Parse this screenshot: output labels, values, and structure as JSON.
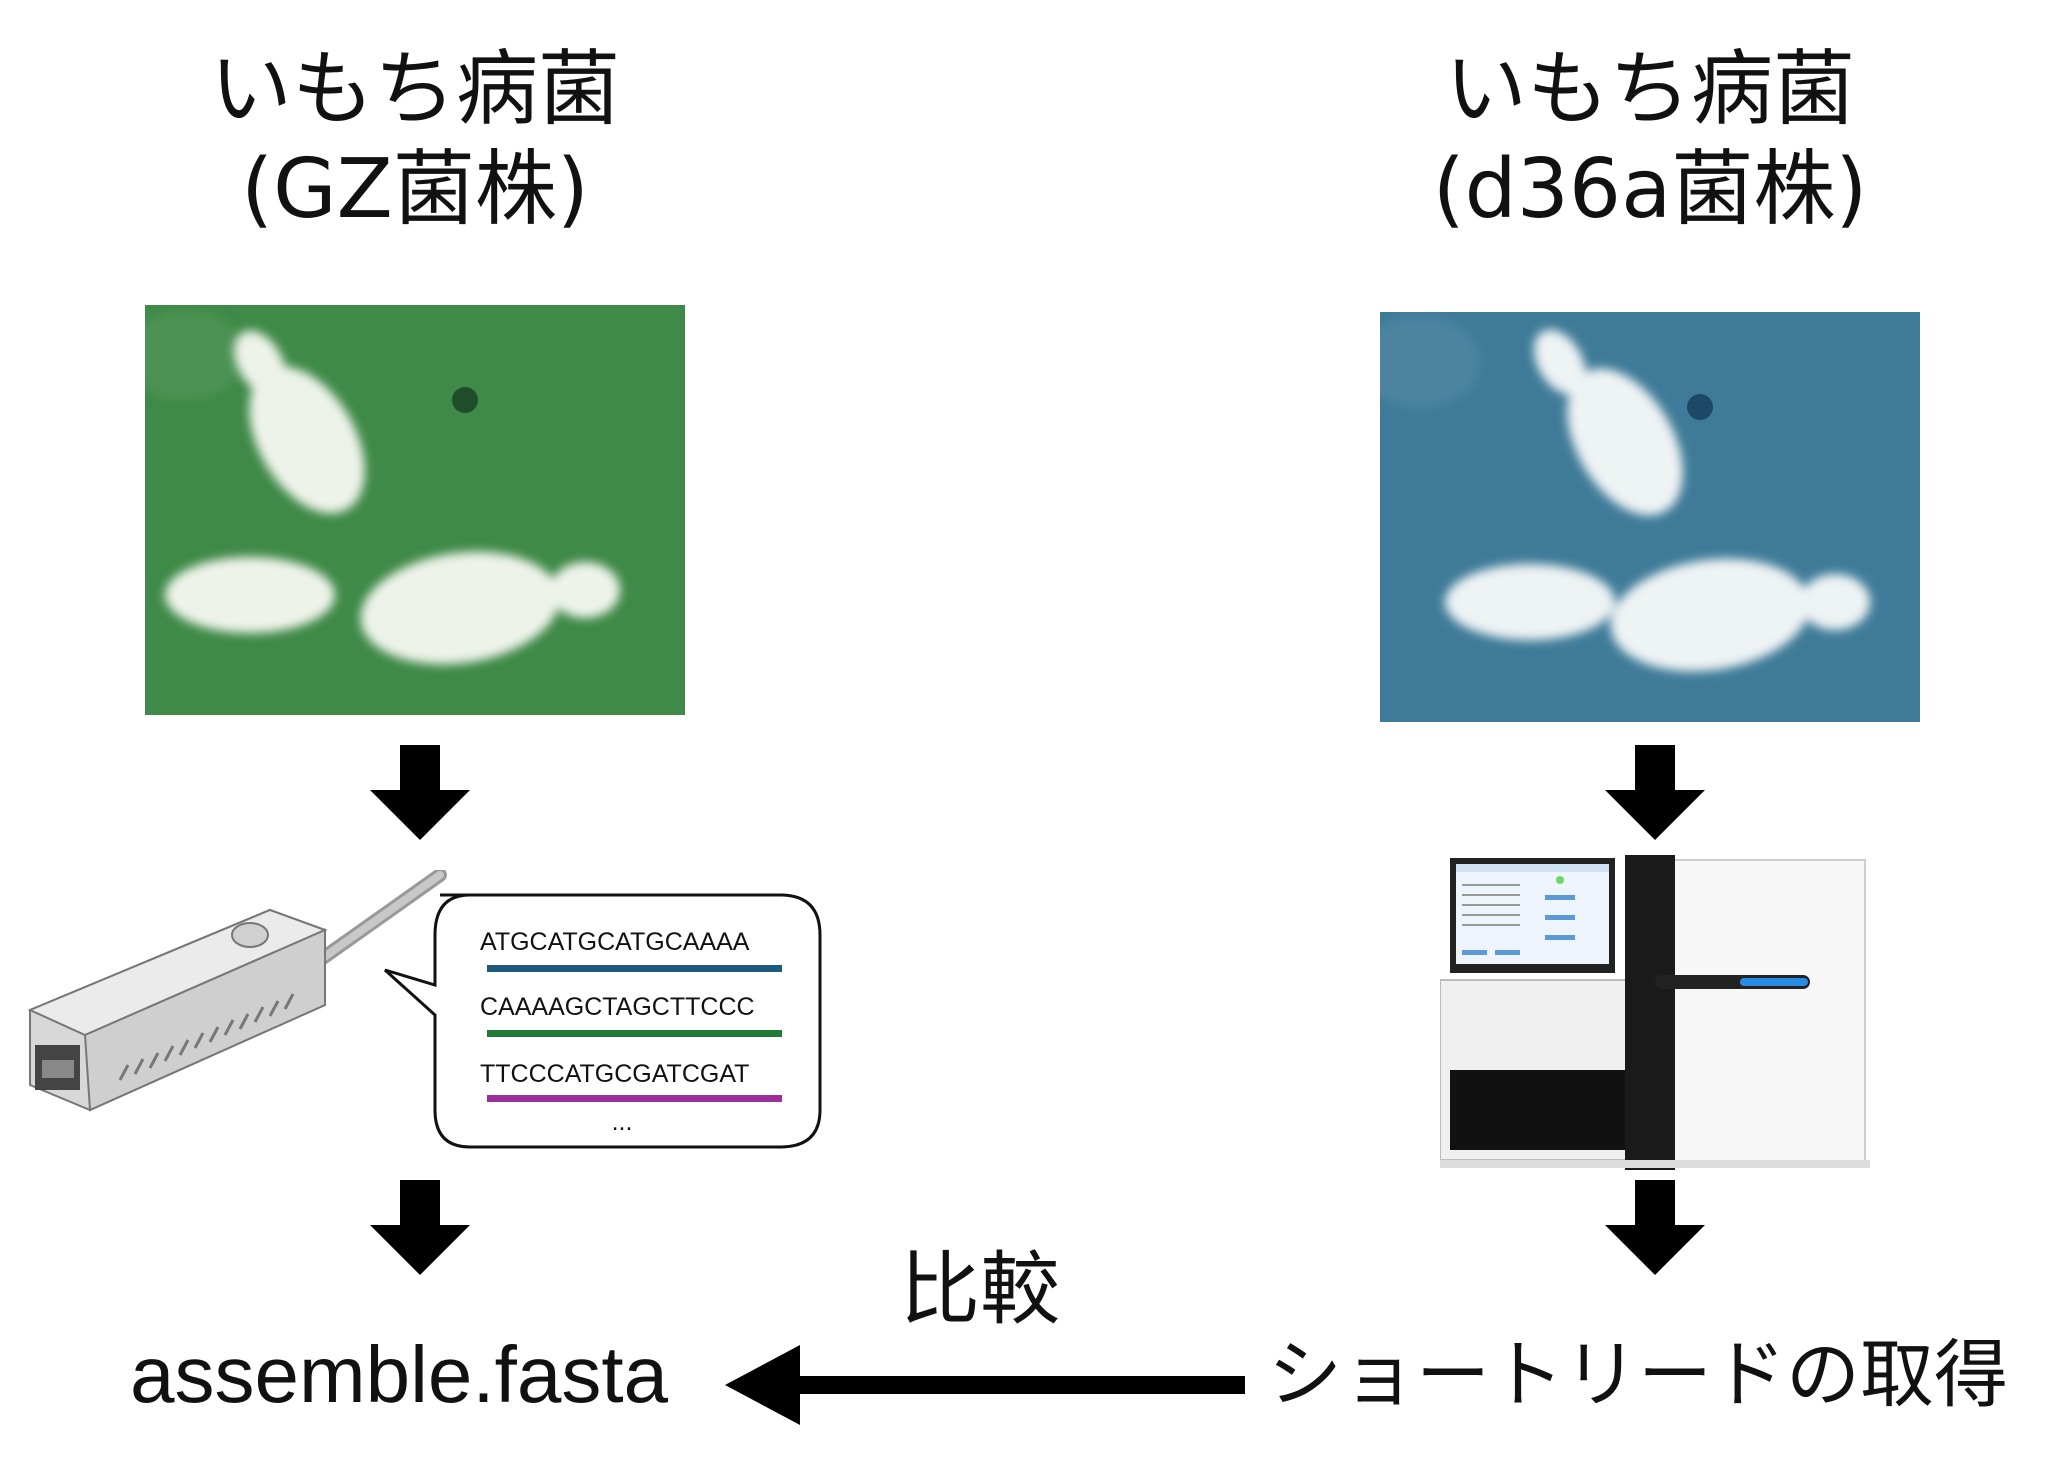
{
  "left_strain": {
    "title_line1": "いもち病菌",
    "title_line2": "(GZ菌株)",
    "image_tint": "#3f8a48"
  },
  "right_strain": {
    "title_line1": "いもち病菌",
    "title_line2": "(d36a菌株)",
    "image_tint": "#3f7b98"
  },
  "reads": {
    "lines": [
      "ATGCATGCATGCAAAA",
      "CAAAAGCTAGCTTCCC",
      "TTCCCATGCGATCGAT"
    ],
    "colors": [
      "#1e5a7e",
      "#1f7a33",
      "#9b2f9c"
    ],
    "ellipsis": "..."
  },
  "labels": {
    "assemble": "assemble.fasta",
    "compare": "比較",
    "short_reads": "ショートリードの取得"
  }
}
